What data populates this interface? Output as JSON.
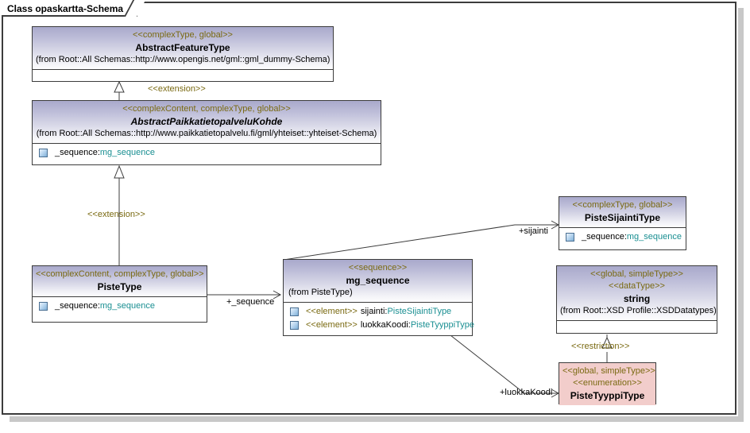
{
  "frame": {
    "title": "Class opaskartta-Schema"
  },
  "nodes": [
    {
      "id": "abstract-feature-type",
      "stereotypes": [
        "<<complexType, global>>"
      ],
      "title": "AbstractFeatureType",
      "from": "(from Root::All Schemas::http://www.opengis.net/gml::gml_dummy-Schema)",
      "attributes": []
    },
    {
      "id": "abstract-paikkatietopalvelu-kohde",
      "stereotypes": [
        "<<complexContent, complexType, global>>"
      ],
      "title": "AbstractPaikkatietopalveluKohde",
      "from": "(from Root::All Schemas::http://www.paikkatietopalvelu.fi/gml/yhteiset::yhteiset-Schema)",
      "attributes": [
        {
          "stereotype": "",
          "name": "_sequence:",
          "type": "mg_sequence"
        }
      ]
    },
    {
      "id": "piste-type",
      "stereotypes": [
        "<<complexContent, complexType, global>>"
      ],
      "title": "PisteType",
      "from": "",
      "attributes": [
        {
          "stereotype": "",
          "name": "_sequence:",
          "type": "mg_sequence"
        }
      ]
    },
    {
      "id": "mg-sequence",
      "stereotypes": [
        "<<sequence>>"
      ],
      "title": "mg_sequence",
      "from": "(from PisteType)",
      "attributes": [
        {
          "stereotype": "<<element>>",
          "name": "sijainti:",
          "type": "PisteSijaintiType"
        },
        {
          "stereotype": "<<element>>",
          "name": "luokkaKoodi:",
          "type": "PisteTyyppiType"
        }
      ]
    },
    {
      "id": "piste-sijainti-type",
      "stereotypes": [
        "<<complexType, global>>"
      ],
      "title": "PisteSijaintiType",
      "from": "",
      "attributes": [
        {
          "stereotype": "",
          "name": "_sequence:",
          "type": "mg_sequence"
        }
      ]
    },
    {
      "id": "string-datatype",
      "stereotypes": [
        "<<global, simpleType>>",
        "<<dataType>>"
      ],
      "title": "string",
      "from": "(from Root::XSD Profile::XSDDatatypes)",
      "attributes": []
    },
    {
      "id": "piste-tyyppi-type",
      "stereotypes": [
        "<<global, simpleType>>",
        "<<enumeration>>"
      ],
      "title": "PisteTyyppiType",
      "from": "",
      "attributes": []
    }
  ],
  "connectors": [
    {
      "id": "extension-feature",
      "label": "<<extension>>",
      "kind": "stereotype"
    },
    {
      "id": "extension-piste",
      "label": "<<extension>>",
      "kind": "stereotype"
    },
    {
      "id": "sequence-role",
      "label": "+_sequence",
      "kind": "role"
    },
    {
      "id": "sijainti-role",
      "label": "+sijainti",
      "kind": "role"
    },
    {
      "id": "luokkakoodi-role",
      "label": "+luokkaKoodi",
      "kind": "role"
    },
    {
      "id": "restriction",
      "label": "<<restriction>>",
      "kind": "stereotype"
    }
  ],
  "colors": {
    "frame_border": "#3c3c3c",
    "node_border": "#3c3c3c",
    "header_gradient_top": "#a9a9cb",
    "header_gradient_bottom": "#fdfdfe",
    "header_pink": "#f2cdcb",
    "stereotype_text": "#7a6a12",
    "type_text": "#1a8f92",
    "shadow": "#c8c8c8"
  }
}
